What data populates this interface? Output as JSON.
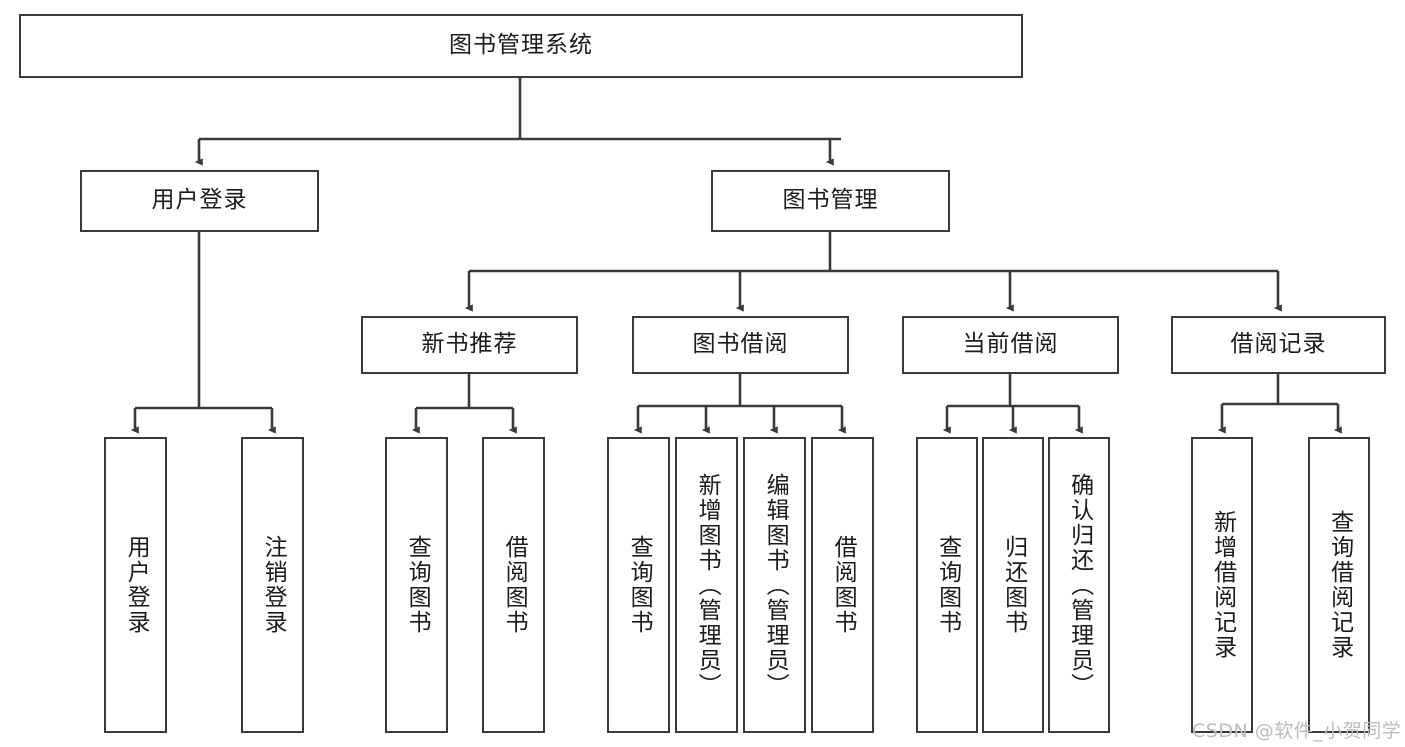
{
  "diagram": {
    "title": "图书管理系统",
    "watermark": "CSDN @软件_小贺同学",
    "colors": {
      "box_border": "#3a3a3a",
      "box_fill": "#ffffff",
      "edge": "#3a3a3a",
      "text": "#1b1b1b",
      "watermark": "#bdbdbd",
      "background": "#ffffff"
    },
    "root": {
      "label": "图书管理系统"
    },
    "level2": [
      {
        "label": "用户登录"
      },
      {
        "label": "图书管理"
      }
    ],
    "level3": [
      {
        "label": "新书推荐"
      },
      {
        "label": "图书借阅"
      },
      {
        "label": "当前借阅"
      },
      {
        "label": "借阅记录"
      }
    ],
    "leaves": {
      "user_login": [
        {
          "label": "用户登录"
        },
        {
          "label": "注销登录"
        }
      ],
      "new_book": [
        {
          "label": "查询图书"
        },
        {
          "label": "借阅图书"
        }
      ],
      "book_borrow": [
        {
          "label": "查询图书"
        },
        {
          "label": "新增图书（管理员）"
        },
        {
          "label": "编辑图书（管理员）"
        },
        {
          "label": "借阅图书"
        }
      ],
      "current_borrow": [
        {
          "label": "查询图书"
        },
        {
          "label": "归还图书"
        },
        {
          "label": "确认归还（管理员）"
        }
      ],
      "borrow_record": [
        {
          "label": "新增借阅记录"
        },
        {
          "label": "查询借阅记录"
        }
      ]
    }
  }
}
